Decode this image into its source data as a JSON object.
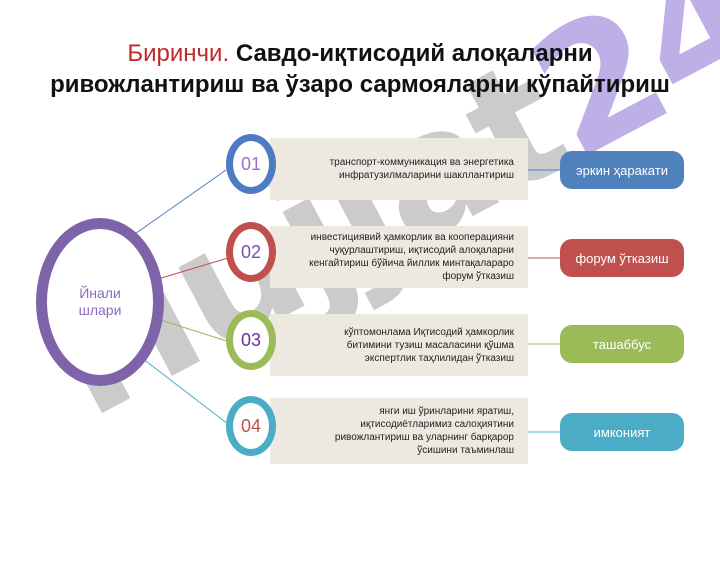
{
  "title": {
    "accent": "Биринчи. ",
    "line1": "Савдо-иқтисодий алоқаларни",
    "line2": "ривожлантириш ва ўзаро сармояларни кўпайтириш"
  },
  "watermark": {
    "part1": "Hujjat",
    "part2": "24"
  },
  "hub": {
    "label": "Йнали шлари"
  },
  "items": [
    {
      "number": "01",
      "text": "транспорт-коммуникация ва энергетика инфратузилмаларини шакллантириш",
      "outcome": "эркин ҳаракати"
    },
    {
      "number": "02",
      "text": "инвестициявий ҳамкорлик ва кооперацияни чуқурлаштириш, иқтисодий алоқаларни кенгайтириш бўйича йиллик минтақалараро форум ўтказиш",
      "outcome": "форум ўтказиш"
    },
    {
      "number": "03",
      "text": "кўптомонлама Иқтисодий ҳамкорлик битимини тузиш масаласини қўшма экспертлик таҳлилидан ўтказиш",
      "outcome": "ташаббус"
    },
    {
      "number": "04",
      "text": "янги иш ўринларини яратиш, иқтисодиётларимиз салоҳиятини ривожлантириш ва уларнинг барқарор ўсишини таъминлаш",
      "outcome": "имконият"
    }
  ],
  "colors": {
    "hub": "#7f63a8",
    "ring_01": "#4e7cc3",
    "ring_02": "#c0504d",
    "ring_03": "#9bbb59",
    "ring_04": "#4bacc6",
    "number_text_01": "#9b6fd0",
    "number_text_02": "#7b50b0",
    "number_text_03": "#6a2d9a",
    "number_text_04": "#c0504d",
    "pill_01": "#4f81bd",
    "pill_02": "#c0504d",
    "pill_03": "#9bbb59",
    "pill_04": "#4bacc6",
    "band": "#ede9e1"
  }
}
